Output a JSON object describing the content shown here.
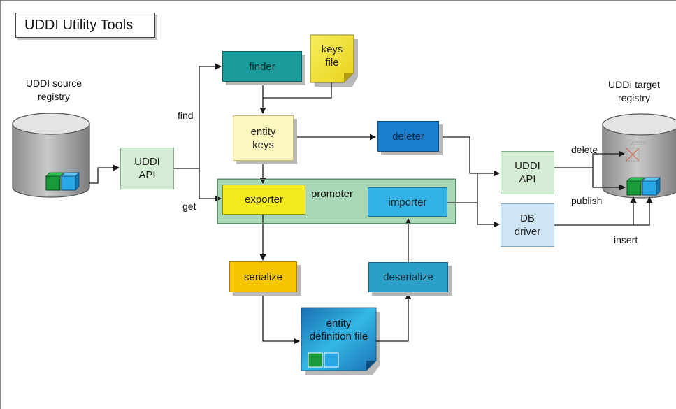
{
  "title": "UDDI Utility Tools",
  "labels": {
    "source_registry": "UDDI source\nregistry",
    "target_registry": "UDDI target\nregistry",
    "find": "find",
    "get": "get",
    "delete": "delete",
    "publish": "publish",
    "insert": "insert",
    "promoter": "promoter"
  },
  "boxes": {
    "finder": "finder",
    "keys_file": "keys\nfile",
    "entity_keys": "entity\nkeys",
    "deleter": "deleter",
    "uddi_api_left": "UDDI\nAPI",
    "exporter": "exporter",
    "importer": "importer",
    "uddi_api_right": "UDDI\nAPI",
    "db_driver": "DB\ndriver",
    "serialize": "serialize",
    "deserialize": "deserialize",
    "entity_definition_file": "entity\ndefinition file"
  },
  "colors": {
    "finder": "#1a9c9c",
    "keys_file": "#f2e23a",
    "entity_keys": "#fdf6bf",
    "deleter": "#1b7fd0",
    "uddi_api": "#d4ecd4",
    "promoter": "#a9d8b6",
    "exporter": "#f5ea1e",
    "importer": "#34b4e6",
    "db_driver": "#cfe6f7",
    "serialize": "#f7c400",
    "deserialize": "#2a9fc8",
    "entity_definition_file": "#2aa7d8",
    "block_green": "#1a9a3a",
    "block_blue": "#29a6e6"
  }
}
